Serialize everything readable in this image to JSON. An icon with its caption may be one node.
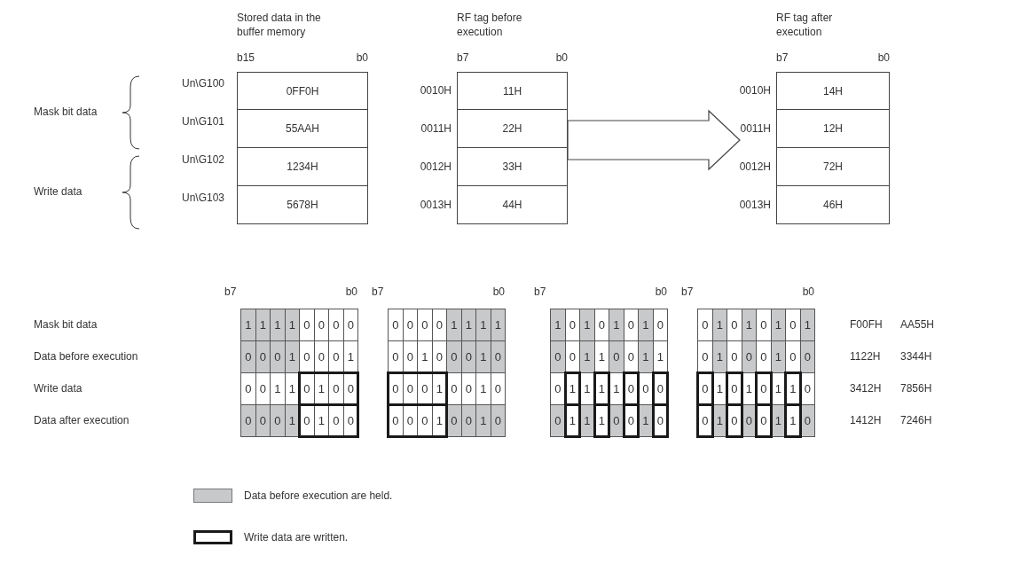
{
  "diagram": {
    "nodes": [
      {
        "text": [
          "Stored data in the buffer memory"
        ]
      },
      {
        "text": [
          "0FF0H"
        ],
        "in": 0,
        "beside": [
          "Un\\G100"
        ]
      },
      {
        "text": [
          "55AAH"
        ],
        "in": 0,
        "beside": [
          "Un\\G101"
        ]
      },
      {
        "text": [
          "1234H"
        ],
        "in": 0,
        "beside": [
          "Un\\G102"
        ]
      },
      {
        "text": [
          "5678H"
        ],
        "in": 0,
        "beside": [
          "Un\\G103"
        ]
      },
      {
        "text": [
          "RF tag before execution"
        ]
      },
      {
        "text": [
          "11H"
        ],
        "in": 5,
        "beside": [
          "0010H"
        ]
      },
      {
        "text": [
          "22H"
        ],
        "in": 5,
        "beside": [
          "0011H"
        ]
      },
      {
        "text": [
          "33H"
        ],
        "in": 5,
        "beside": [
          "0012H"
        ]
      },
      {
        "text": [
          "44H"
        ],
        "in": 5,
        "beside": [
          "0013H"
        ]
      },
      {
        "text": [
          "RF tag after execution"
        ]
      },
      {
        "text": [
          "14H"
        ],
        "in": 10,
        "beside": [
          "0010H"
        ]
      },
      {
        "text": [
          "12H"
        ],
        "in": 10,
        "beside": [
          "0011H"
        ]
      },
      {
        "text": [
          "72H"
        ],
        "in": 10,
        "beside": [
          "0012H"
        ]
      },
      {
        "text": [
          "46H"
        ],
        "in": 10,
        "beside": [
          "0013H"
        ]
      }
    ],
    "edges": [
      {
        "from": 5,
        "to": 10,
        "arrow": "to"
      }
    ],
    "labels": [
      "b15",
      "b0",
      "b7",
      "b0",
      "b7",
      "b0",
      "Mask bit data",
      "Write data",
      "b7",
      "b0",
      "b7",
      "b0",
      "b7",
      "b0",
      "b7",
      "b0",
      "Mask bit data",
      "1",
      "1",
      "1",
      "1",
      "0",
      "0",
      "0",
      "0",
      "0",
      "0",
      "0",
      "0",
      "1",
      "1",
      "1",
      "1",
      "1",
      "0",
      "1",
      "0",
      "1",
      "0",
      "1",
      "0",
      "0",
      "1",
      "0",
      "1",
      "0",
      "1",
      "0",
      "1",
      "F00FH",
      "AA55H",
      "Data before execution",
      "0",
      "0",
      "0",
      "1",
      "0",
      "0",
      "0",
      "1",
      "0",
      "0",
      "1",
      "0",
      "0",
      "0",
      "1",
      "0",
      "0",
      "0",
      "1",
      "1",
      "0",
      "0",
      "1",
      "1",
      "0",
      "1",
      "0",
      "0",
      "0",
      "1",
      "0",
      "0",
      "1122H",
      "3344H",
      "Write data",
      "0",
      "0",
      "1",
      "1",
      "0",
      "1",
      "0",
      "0",
      "0",
      "0",
      "0",
      "1",
      "0",
      "0",
      "1",
      "0",
      "0",
      "1",
      "1",
      "1",
      "1",
      "0",
      "0",
      "0",
      "0",
      "1",
      "0",
      "1",
      "0",
      "1",
      "1",
      "0",
      "3412H",
      "7856H",
      "Data after execution",
      "0",
      "0",
      "0",
      "1",
      "0",
      "1",
      "0",
      "0",
      "0",
      "0",
      "0",
      "1",
      "0",
      "0",
      "1",
      "0",
      "0",
      "1",
      "1",
      "1",
      "0",
      "0",
      "1",
      "0",
      "0",
      "1",
      "0",
      "0",
      "0",
      "1",
      "1",
      "0",
      "1412H",
      "7246H"
    ],
    "legend": [
      {
        "text": "Data before execution are held.",
        "color": "#c8c9cb"
      },
      {
        "text": "Write data are written."
      }
    ]
  }
}
